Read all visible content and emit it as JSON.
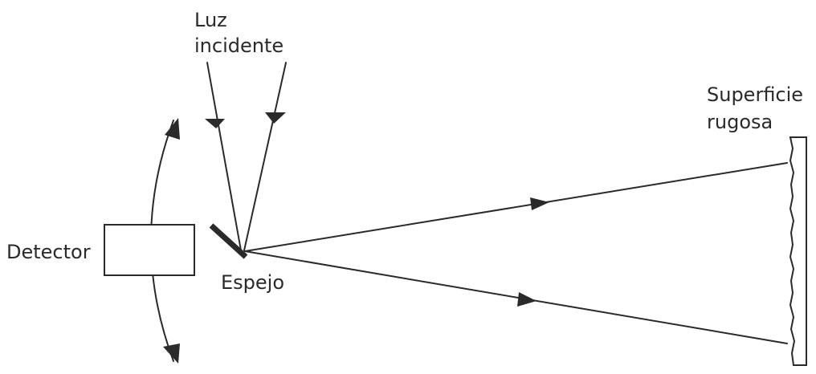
{
  "labels": {
    "incident_light_line1": "Luz",
    "incident_light_line2": "incidente",
    "surface_line1": "Superficie",
    "surface_line2": "rugosa",
    "detector": "Detector",
    "mirror": "Espejo"
  },
  "colors": {
    "ink": "#2a2a2a",
    "background": "#ffffff"
  }
}
